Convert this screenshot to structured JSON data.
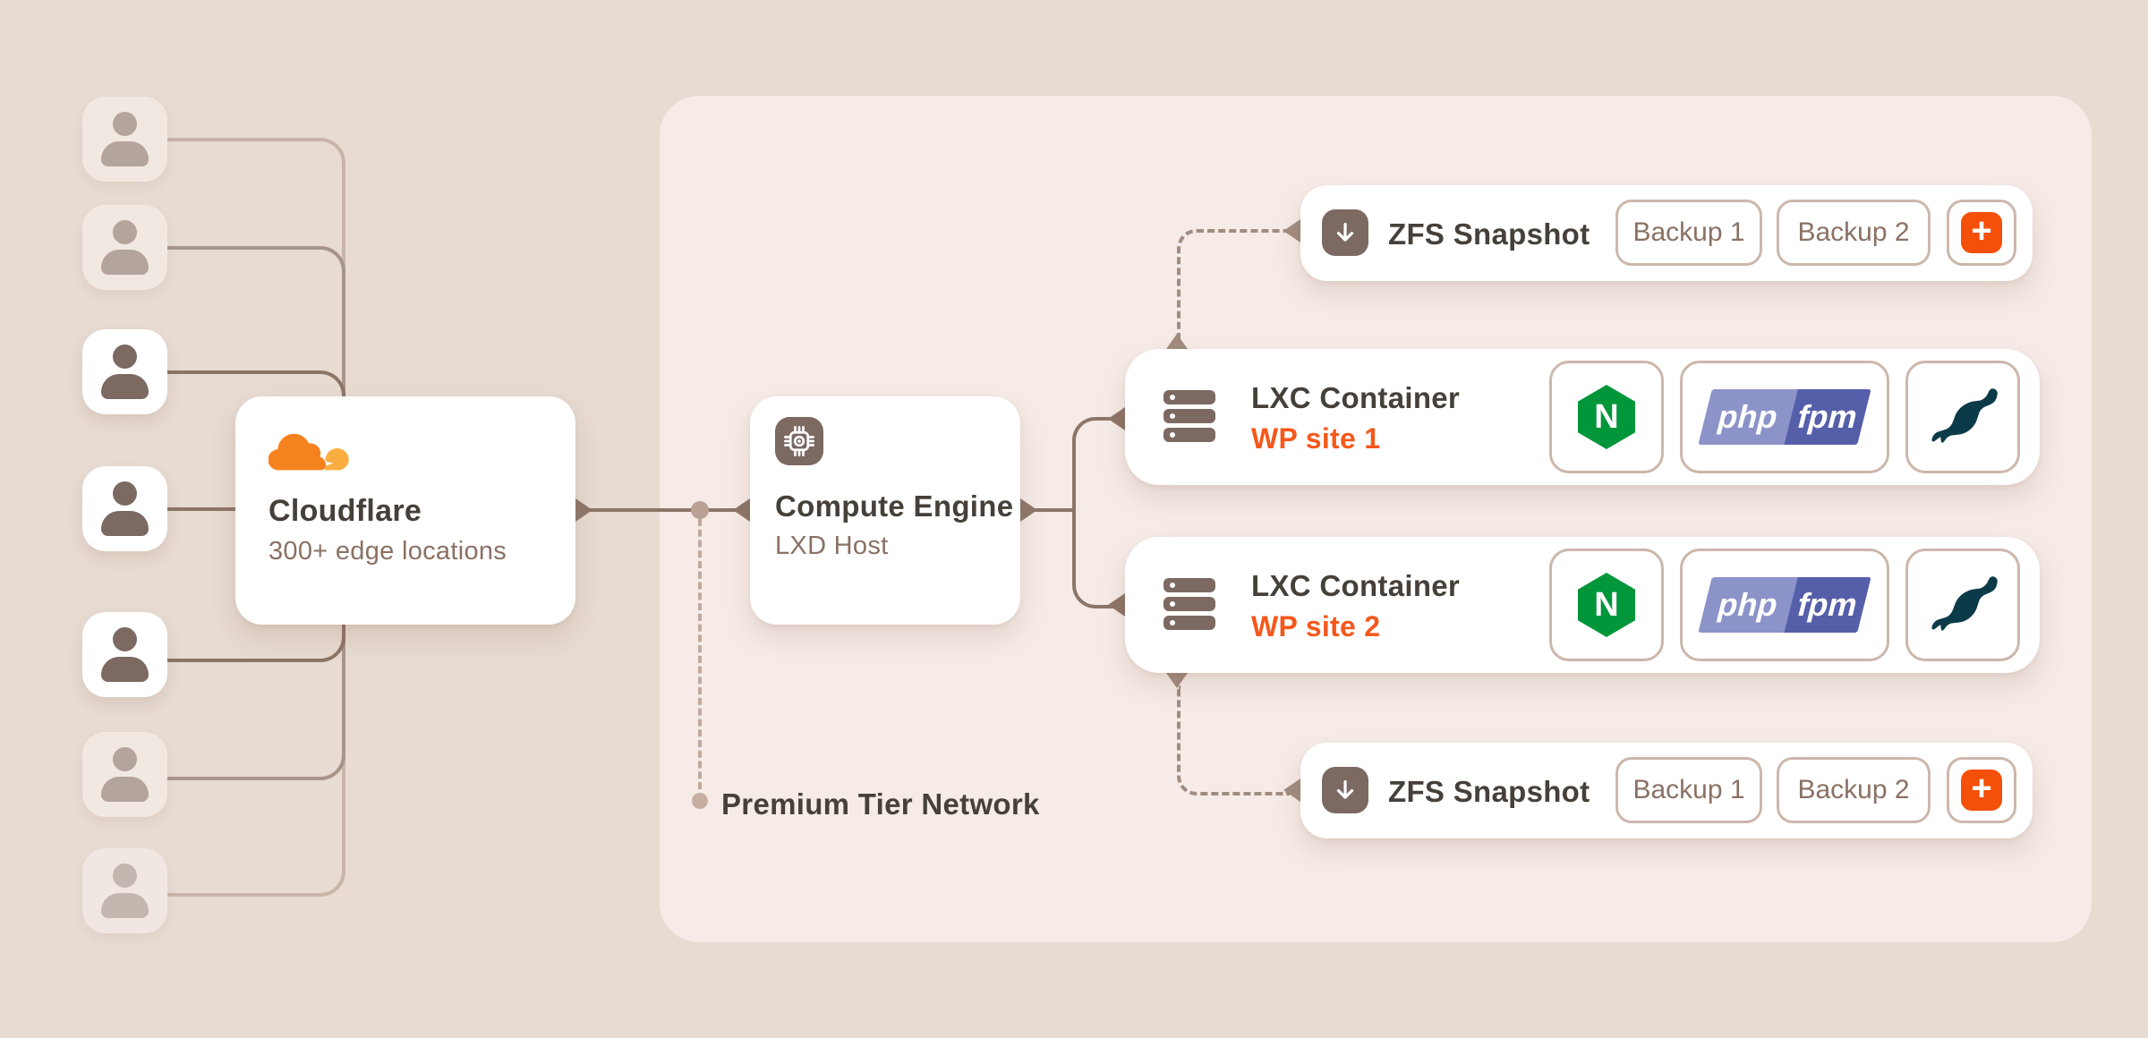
{
  "colors": {
    "background": "#e7dbd2",
    "panel": "#f6ebe7",
    "card": "#ffffff",
    "text_dark": "#46403b",
    "text_muted": "#8a7164",
    "accent_orange": "#f4581c",
    "plus_orange": "#f4500a",
    "line": "#8d7568",
    "line_light": "#c8b4a9",
    "dashed": "#a18c80",
    "chip_border": "#ccb7ab",
    "node_icon_brown": "#7b6962",
    "nginx_green": "#009639",
    "php_light": "#8b93c9",
    "php_dark": "#555fa9",
    "mariadb_teal": "#0b3a48",
    "cloudflare_orange": "#f6821f",
    "cloudflare_light": "#fbad41"
  },
  "users": {
    "count": 7
  },
  "cloudflare": {
    "title": "Cloudflare",
    "subtitle": "300+ edge locations"
  },
  "compute": {
    "title": "Compute Engine",
    "subtitle": "LXD Host"
  },
  "network_label": "Premium Tier Network",
  "snapshots": {
    "top": {
      "title": "ZFS Snapshot",
      "backup1": "Backup 1",
      "backup2": "Backup 2"
    },
    "bottom": {
      "title": "ZFS Snapshot",
      "backup1": "Backup 1",
      "backup2": "Backup 2"
    }
  },
  "containers": {
    "top": {
      "title": "LXC Container",
      "site": "WP site 1"
    },
    "bottom": {
      "title": "LXC Container",
      "site": "WP site 2"
    }
  },
  "logos": {
    "nginx": "N",
    "php_left": "php",
    "php_right": "fpm"
  },
  "labels": {
    "plus": "+"
  }
}
